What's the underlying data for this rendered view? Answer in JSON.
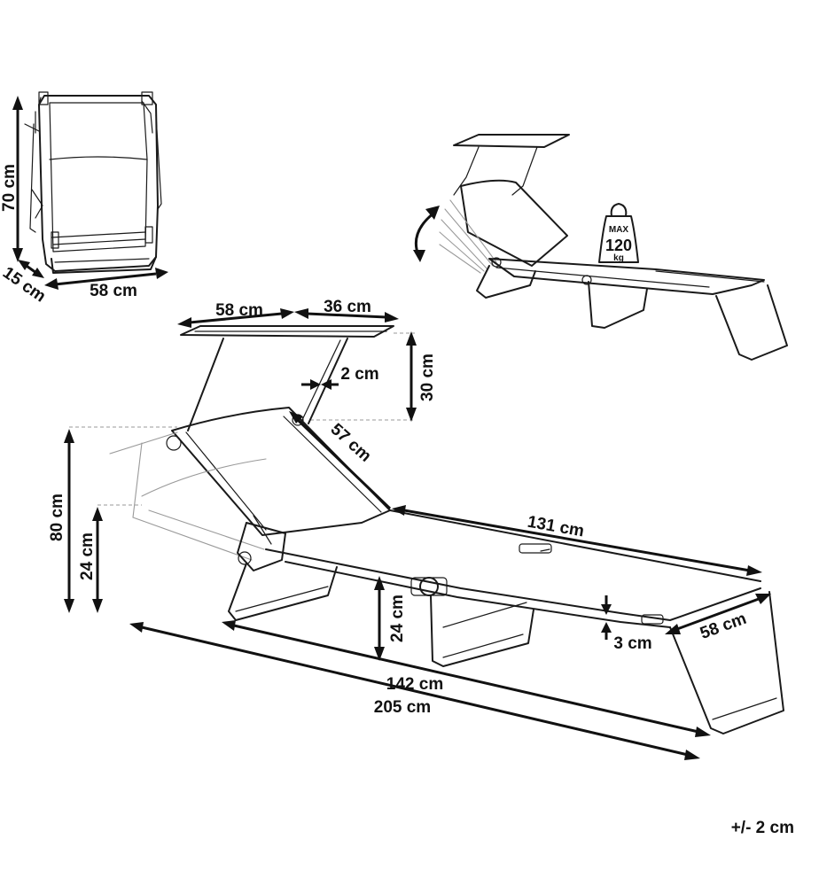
{
  "folded_view": {
    "height_label": "70 cm",
    "depth_label": "15 cm",
    "width_label": "58 cm"
  },
  "capacity_badge": {
    "max_label": "MAX",
    "value_label": "120",
    "unit_label": "kg"
  },
  "main_view": {
    "canopy_width_label": "58 cm",
    "canopy_extension_label": "36 cm",
    "canopy_gap_label": "2 cm",
    "canopy_height_label": "30 cm",
    "backrest_length_label": "57 cm",
    "bed_length_label": "131 cm",
    "total_height_label": "80 cm",
    "rear_height_label": "24 cm",
    "seat_height_label": "24 cm",
    "frame_thickness_label": "3 cm",
    "bed_width_label": "58 cm",
    "frame_length_label": "142 cm",
    "total_length_label": "205 cm"
  },
  "tolerance_label": "+/- 2 cm"
}
